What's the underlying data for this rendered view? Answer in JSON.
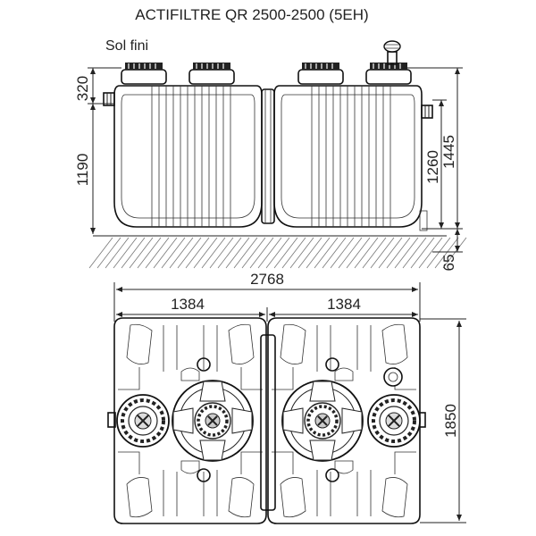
{
  "title": "ACTIFILTRE QR 2500-2500 (5EH)",
  "ground_label": "Sol fini",
  "dimensions": {
    "cover_height": "320",
    "tank_height": "1190",
    "outlet_height": "1260",
    "total_height": "1445",
    "base_depth": "65",
    "total_length": "2768",
    "half_length_left": "1384",
    "half_length_right": "1384",
    "width": "1850"
  }
}
